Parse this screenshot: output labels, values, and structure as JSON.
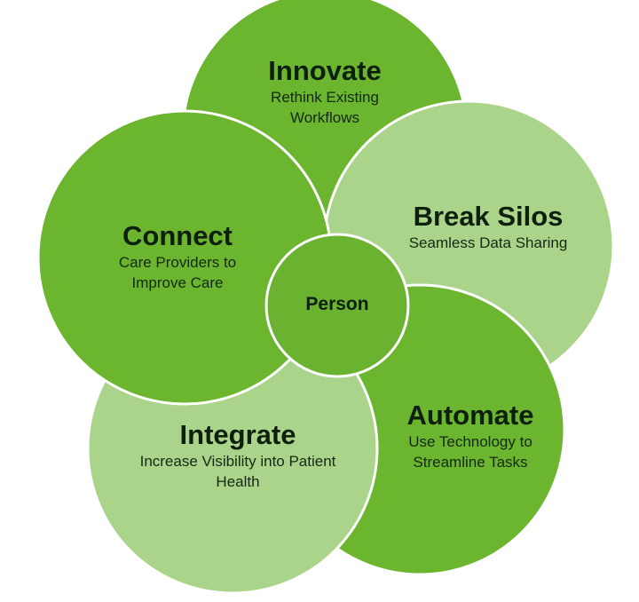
{
  "center": {
    "label": "Person"
  },
  "nodes": [
    {
      "id": "innovate",
      "title": "Innovate",
      "subtitle": [
        "Rethink Existing",
        "Workflows"
      ]
    },
    {
      "id": "break-silos",
      "title": "Break Silos",
      "subtitle": [
        "Seamless Data Sharing"
      ]
    },
    {
      "id": "automate",
      "title": "Automate",
      "subtitle": [
        "Use Technology to",
        "Streamline Tasks"
      ]
    },
    {
      "id": "integrate",
      "title": "Integrate",
      "subtitle": [
        "Increase Visibility into Patient",
        "Health"
      ]
    },
    {
      "id": "connect",
      "title": "Connect",
      "subtitle": [
        "Care Providers to",
        "Improve Care"
      ]
    }
  ],
  "colors": {
    "dark_green": "#6bb52f",
    "light_green": "#aad48a",
    "center_green": "#6ab22f",
    "outline": "#ffffff"
  }
}
